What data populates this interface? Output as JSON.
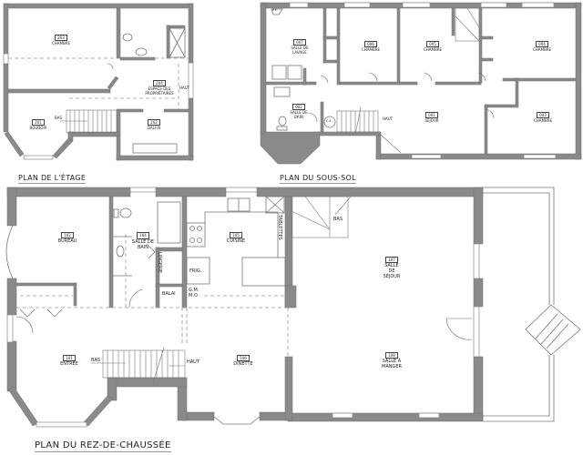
{
  "titles": {
    "upper_floor": "PLAN DE L'ÉTAGE",
    "basement": "PLAN DU SOUS-SOL",
    "ground_floor": "PLAN DU REZ-DE-CHAUSSÉE"
  },
  "upper_floor": {
    "rooms": [
      {
        "num": "203",
        "name": "CHAMBRE"
      },
      {
        "num": "204",
        "name": "ESPACE DES PROPRIÉTAIRES"
      },
      {
        "num": "201",
        "name": "BOUDOIR"
      },
      {
        "num": "202",
        "name": "DALF.N"
      }
    ],
    "stair_labels": {
      "down": "BAS",
      "up": "HAUT"
    }
  },
  "basement": {
    "rooms": [
      {
        "num": "007",
        "name": "SALLE DE LAVAGE"
      },
      {
        "num": "006",
        "name": "CHAMBRE"
      },
      {
        "num": "005",
        "name": "CHAMBRE"
      },
      {
        "num": "004",
        "name": "CHAMBRE"
      },
      {
        "num": "002",
        "name": "SALLE DE BAIN"
      },
      {
        "num": "001",
        "name": "SÉJOUR"
      },
      {
        "num": "003",
        "name": "CHAMBRE"
      }
    ],
    "fixtures": {
      "panel": "P.E.",
      "water_heater": "C.E."
    },
    "stair_labels": {
      "up": "HAUT"
    }
  },
  "ground_floor": {
    "rooms": [
      {
        "num": "102",
        "name": "BUREAU"
      },
      {
        "num": "104",
        "name": "SALLE DE BAIN"
      },
      {
        "num": "105",
        "name": "CUISINE"
      },
      {
        "num": "101",
        "name": "ENTRÉE"
      },
      {
        "num": "106",
        "name": "DÎNETTE"
      },
      {
        "num": "107",
        "name": "SALLE DE SÉJOUR"
      },
      {
        "num": "108",
        "name": "SALLE À MANGER"
      }
    ],
    "fixtures": {
      "linen": "LINGERIE",
      "broom": "BALAI",
      "fridge": "FRIG.",
      "microwave": "G.M. M.O.",
      "counters": "TABLETTES"
    },
    "stair_labels": {
      "down": "BAS",
      "up": "HAUT",
      "down2": "BAS"
    }
  }
}
